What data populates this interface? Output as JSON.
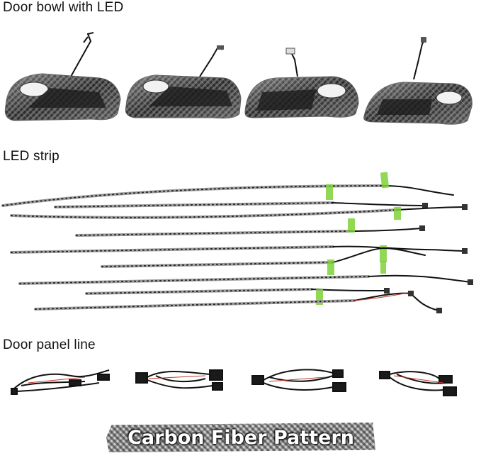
{
  "sections": {
    "door_bowl": {
      "title": "Door bowl with LED"
    },
    "led_strip": {
      "title": "LED strip"
    },
    "door_panel_line": {
      "title": "Door panel line"
    }
  },
  "banner": {
    "text": "Carbon Fiber Pattern"
  },
  "colors": {
    "carbon_dark": "#1c1c1c",
    "carbon_light": "#8a8a8a",
    "cable": "#111111",
    "strip": "#9c9c9c",
    "tape_green": "#7fd13a"
  },
  "counts": {
    "door_bowls": 4,
    "led_strips": 9,
    "harnesses": 4
  }
}
